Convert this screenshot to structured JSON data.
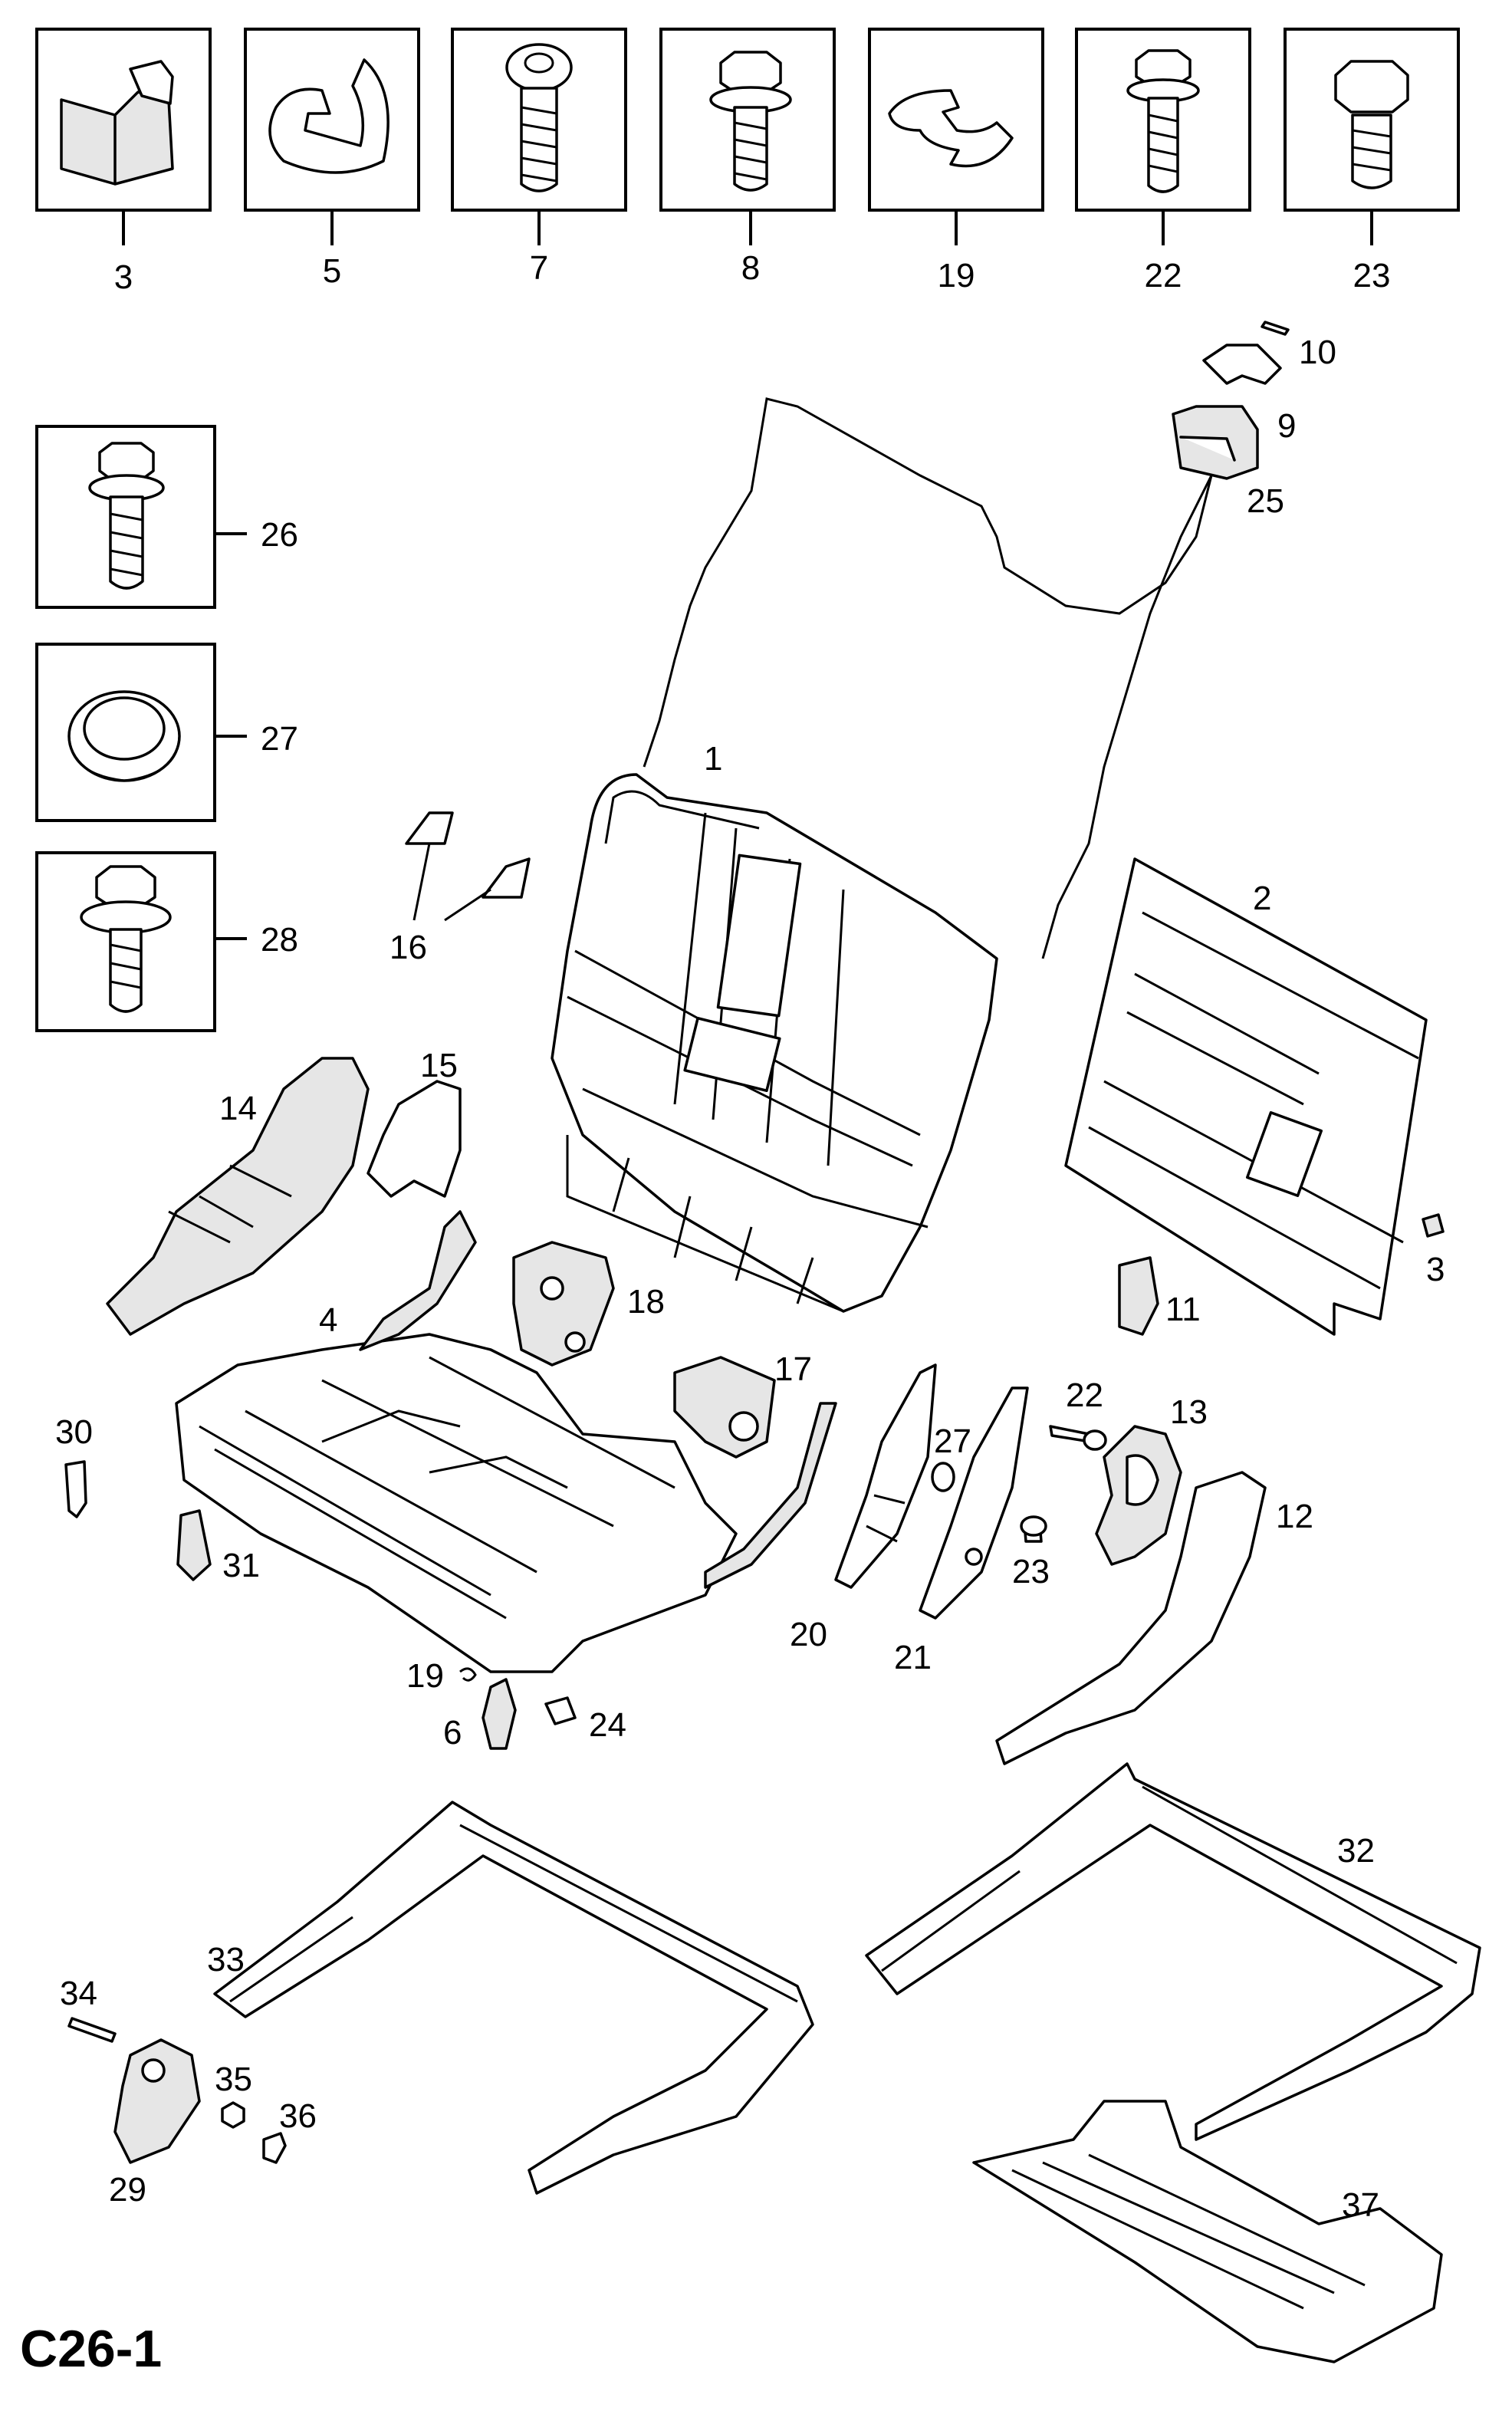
{
  "diagram_code": "C26-1",
  "thumbnail_row": [
    "3",
    "5",
    "7",
    "8",
    "19",
    "22",
    "23"
  ],
  "side_thumbnails": [
    "26",
    "27",
    "28"
  ],
  "callouts": [
    "1",
    "2",
    "3",
    "4",
    "6",
    "9",
    "10",
    "11",
    "12",
    "13",
    "14",
    "15",
    "16",
    "17",
    "18",
    "19",
    "20",
    "21",
    "22",
    "23",
    "24",
    "25",
    "27",
    "29",
    "30",
    "31",
    "32",
    "33",
    "34",
    "35",
    "36",
    "37"
  ]
}
